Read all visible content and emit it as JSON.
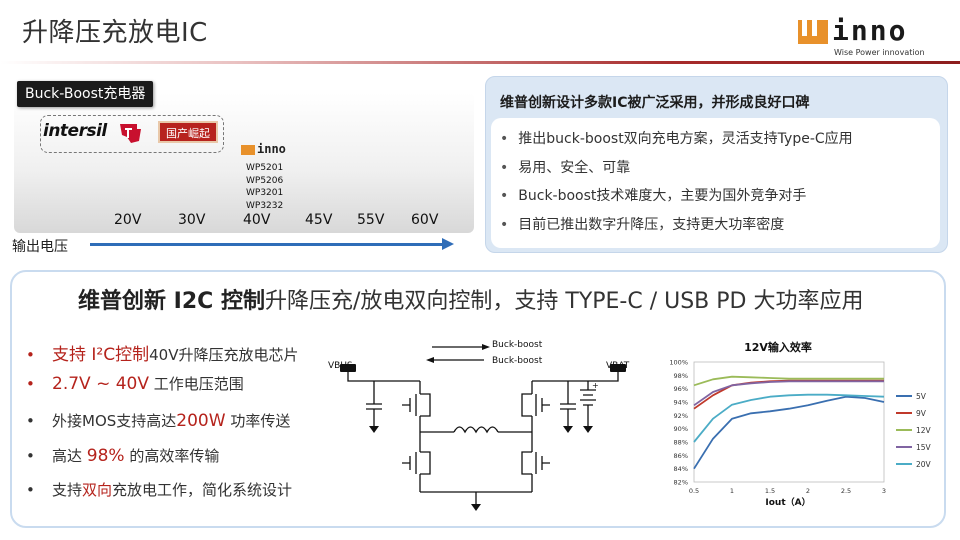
{
  "slide_title": "升降压充放电IC",
  "logo": {
    "text": "inno",
    "tagline": "Wise Power innovation",
    "brand_color": "#e8912b"
  },
  "left_panel": {
    "label": "Buck-Boost充电器",
    "vendor_intersil": "intersil",
    "china_badge": "国产崛起",
    "mini_logo_text": "inno",
    "parts": [
      "WP5201",
      "WP5206",
      "WP3201",
      "WP3232"
    ],
    "voltages": [
      "20V",
      "30V",
      "40V",
      "45V",
      "55V",
      "60V"
    ],
    "output_voltage_label": "输出电压"
  },
  "right_panel": {
    "heading": "维普创新设计多款IC被广泛采用，并形成良好口碑",
    "items": [
      "推出buck-boost双向充电方案，灵活支持Type-C应用",
      "易用、安全、可靠",
      "Buck-boost技术难度大，主要为国外竞争对手",
      "目前已推出数字升降压，支持更大功率密度"
    ]
  },
  "bottom": {
    "title_bold": "维普创新 I2C 控制",
    "title_rest": "升降压充/放电双向控制，支持 TYPE-C / USB PD 大功率应用",
    "features": [
      {
        "pre": "",
        "hl": "支持 I²C控制",
        "post": "40V升降压充放电芯片"
      },
      {
        "pre": "",
        "hl": "2.7V ~ 40V",
        "post": " 工作电压范围"
      },
      {
        "pre": "外接MOS支持高达",
        "hl": "200W",
        "post": " 功率传送"
      },
      {
        "pre": "高达 ",
        "hl": "98%",
        "post": " 的高效率传输"
      },
      {
        "pre": "支持",
        "hl": "双向",
        "post": "充放电工作，简化系统设计"
      }
    ],
    "highlight_color": "#b5231c"
  },
  "schematic": {
    "arrow_top_label": "Buck-boost",
    "arrow_bottom_label": "Buck-boost",
    "left_node": "VBUS",
    "right_node": "VBAT"
  },
  "chart_data": {
    "type": "line",
    "title": "12V输入效率",
    "xlabel": "Iout（A）",
    "ylabel": "",
    "xlim": [
      0.5,
      3
    ],
    "ylim": [
      82,
      100
    ],
    "xticks": [
      "0.5",
      "1",
      "1.5",
      "2",
      "2.5",
      "3"
    ],
    "yticks": [
      "82%",
      "84%",
      "86%",
      "88%",
      "90%",
      "92%",
      "94%",
      "96%",
      "98%",
      "100%"
    ],
    "grid": false,
    "legend_position": "right",
    "series": [
      {
        "name": "5V",
        "color": "#3a6fb0",
        "x": [
          0.5,
          0.75,
          1.0,
          1.25,
          1.5,
          1.75,
          2.0,
          2.25,
          2.5,
          2.75,
          3.0
        ],
        "y": [
          84.0,
          88.5,
          91.5,
          92.3,
          92.6,
          93.0,
          93.5,
          94.2,
          94.8,
          94.6,
          94.0
        ]
      },
      {
        "name": "9V",
        "color": "#c0392b",
        "x": [
          0.5,
          0.75,
          1.0,
          1.25,
          1.5,
          1.75,
          2.0,
          2.25,
          2.5,
          2.75,
          3.0
        ],
        "y": [
          93.0,
          95.0,
          96.5,
          96.9,
          97.1,
          97.2,
          97.2,
          97.2,
          97.2,
          97.2,
          97.2
        ]
      },
      {
        "name": "12V",
        "color": "#9bbb59",
        "x": [
          0.5,
          0.75,
          1.0,
          1.25,
          1.5,
          1.75,
          2.0,
          2.25,
          2.5,
          2.75,
          3.0
        ],
        "y": [
          96.5,
          97.4,
          97.8,
          97.7,
          97.6,
          97.5,
          97.5,
          97.5,
          97.5,
          97.5,
          97.5
        ]
      },
      {
        "name": "15V",
        "color": "#8064a2",
        "x": [
          0.5,
          0.75,
          1.0,
          1.25,
          1.5,
          1.75,
          2.0,
          2.25,
          2.5,
          2.75,
          3.0
        ],
        "y": [
          93.5,
          95.5,
          96.5,
          96.8,
          97.0,
          97.1,
          97.1,
          97.1,
          97.1,
          97.1,
          97.1
        ]
      },
      {
        "name": "20V",
        "color": "#4bacc6",
        "x": [
          0.5,
          0.75,
          1.0,
          1.25,
          1.5,
          1.75,
          2.0,
          2.25,
          2.5,
          2.75,
          3.0
        ],
        "y": [
          88.0,
          91.5,
          93.6,
          94.3,
          94.8,
          95.0,
          95.1,
          95.1,
          95.0,
          94.9,
          94.8
        ]
      }
    ]
  }
}
